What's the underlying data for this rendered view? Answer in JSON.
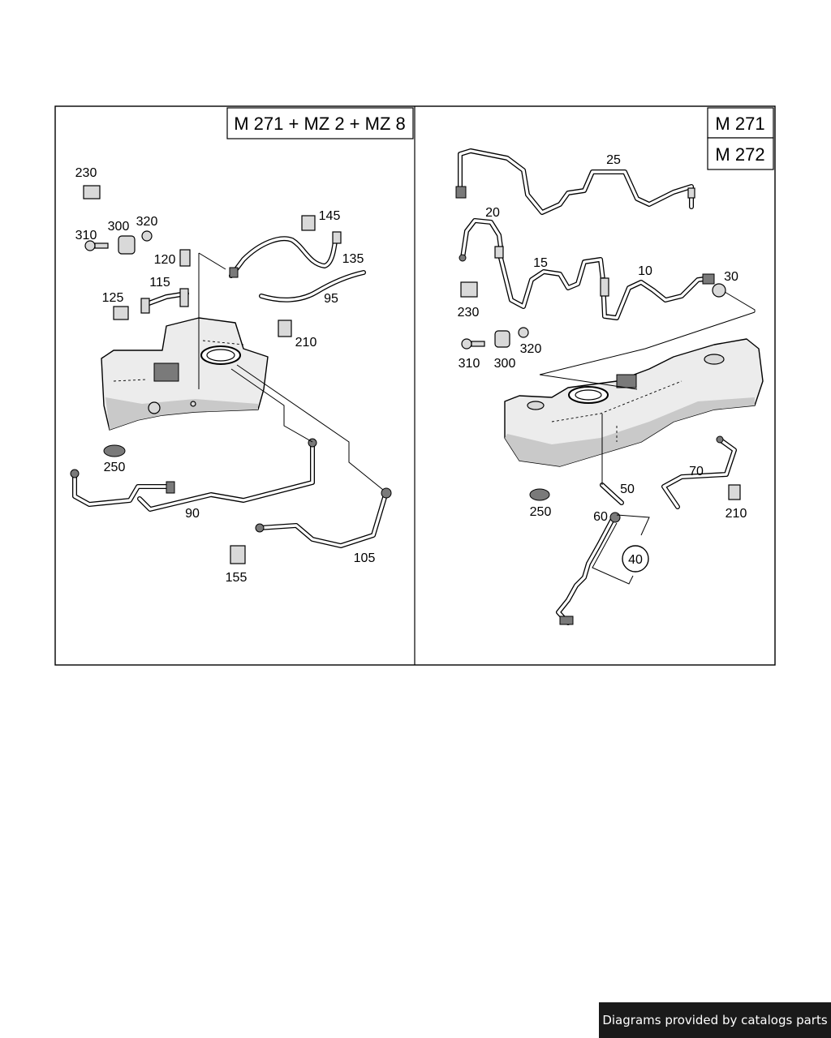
{
  "left_panel": {
    "variant_label": "M 271 + MZ 2 + MZ 8",
    "callouts": {
      "p230": "230",
      "p310": "310",
      "p300": "300",
      "p320": "320",
      "p120": "120",
      "p115": "115",
      "p125": "125",
      "p145": "145",
      "p135": "135",
      "p95": "95",
      "p210": "210",
      "p250": "250",
      "p90": "90",
      "p105": "105",
      "p155": "155"
    }
  },
  "right_panel": {
    "variant_label_1": "M 271",
    "variant_label_2": "M 272",
    "callouts": {
      "p25": "25",
      "p20": "20",
      "p15": "15",
      "p10": "10",
      "p30": "30",
      "p230": "230",
      "p310": "310",
      "p300": "300",
      "p320": "320",
      "p250": "250",
      "p50": "50",
      "p60": "60",
      "p40": "40",
      "p70": "70",
      "p210": "210"
    }
  },
  "footer": {
    "credit": "Diagrams provided by catalogs parts"
  }
}
